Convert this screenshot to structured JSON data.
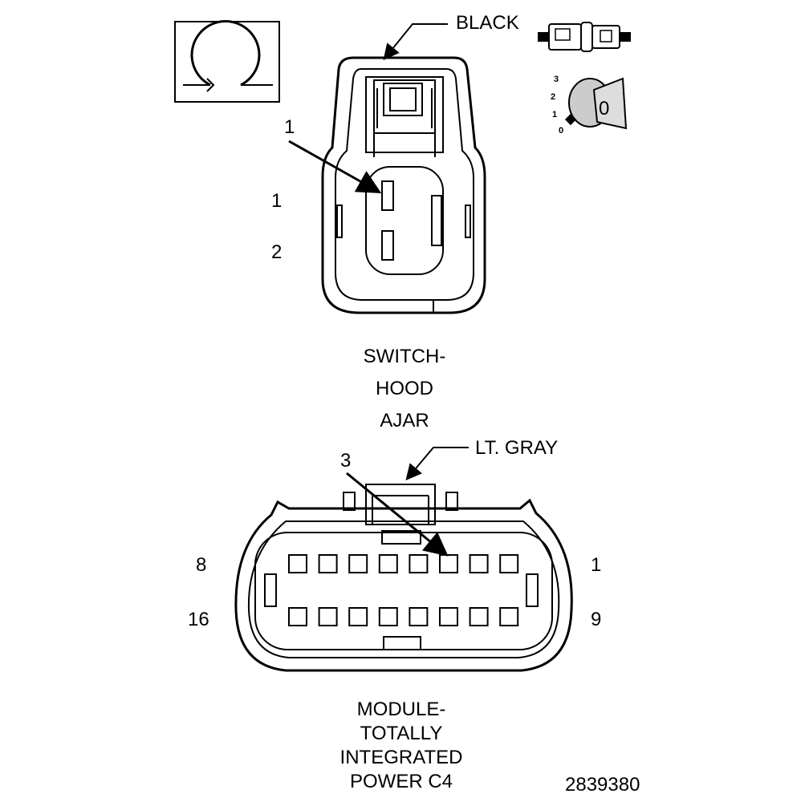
{
  "figure_id": "2839380",
  "top_connector": {
    "color_label": "BLACK",
    "callout_number": "1",
    "pin_labels": [
      "1",
      "2"
    ],
    "name_lines": [
      "SWITCH-",
      "HOOD",
      "AJAR"
    ],
    "position_icon": {
      "scale": [
        "3",
        "2",
        "1",
        "0"
      ],
      "key_glyph": "0"
    }
  },
  "bottom_connector": {
    "color_label": "LT. GRAY",
    "callout_number": "3",
    "row_labels": {
      "top_left": "8",
      "top_right": "1",
      "bottom_left": "16",
      "bottom_right": "9"
    },
    "pins_per_row": 8,
    "name_lines": [
      "MODULE-",
      "TOTALLY",
      "INTEGRATED",
      "POWER C4"
    ]
  },
  "icons": [
    "view-from-terminal-side-icon",
    "inline-connector-icon",
    "ignition-key-icon"
  ]
}
